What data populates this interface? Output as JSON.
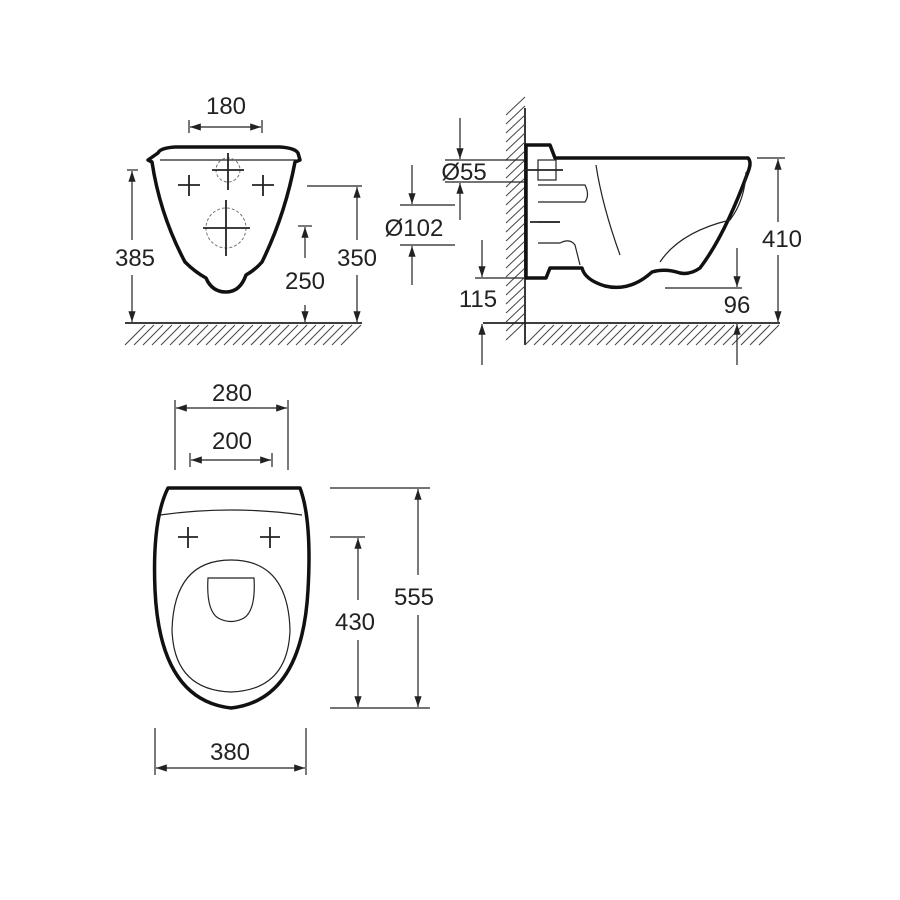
{
  "front_view": {
    "dim_fixing_spacing": "180",
    "dim_total_height": "385",
    "dim_drain_height": "250",
    "dim_inlet_height": "350"
  },
  "side_view": {
    "dim_inlet_diameter": "Ø55",
    "dim_outlet_diameter": "Ø102",
    "dim_outlet_height": "115",
    "dim_bowl_clearance": "96",
    "dim_rim_height": "410"
  },
  "top_view": {
    "dim_seat_width": "280",
    "dim_hinge_spacing": "200",
    "dim_total_length": "555",
    "dim_hinge_to_front": "430",
    "dim_bowl_width": "380"
  }
}
